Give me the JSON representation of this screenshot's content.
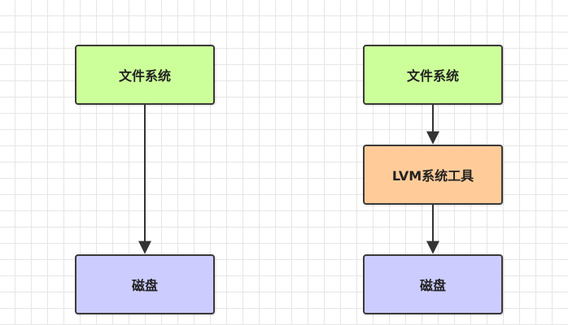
{
  "diagram": {
    "left": {
      "filesystem": "文件系统",
      "disk": "磁盘"
    },
    "right": {
      "filesystem": "文件系统",
      "lvm": "LVM系统工具",
      "disk": "磁盘"
    }
  },
  "colors": {
    "filesystem_fill": "#ccff99",
    "lvm_fill": "#ffcc99",
    "disk_fill": "#ccccff",
    "border": "#3a3a3a",
    "connector": "#333333"
  }
}
